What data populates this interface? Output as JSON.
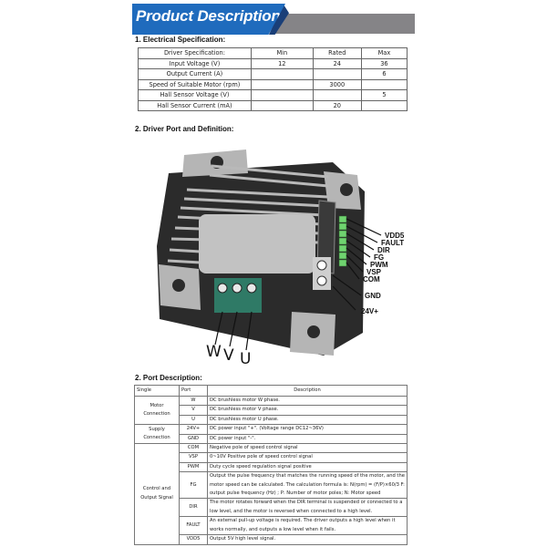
{
  "banner": {
    "title": "Product Description",
    "colors": {
      "blue": "#1f6bbd",
      "dark_blue": "#1a3f78",
      "gray": "#858487"
    }
  },
  "section1": {
    "title": "1. Electrical Specification:",
    "headers": [
      "Driver Specification:",
      "Min",
      "Rated",
      "Max"
    ],
    "rows": [
      [
        "Input Voltage (V)",
        "12",
        "24",
        "36"
      ],
      [
        "Output Current (A)",
        "",
        "",
        "6"
      ],
      [
        "Speed of Suitable Motor (rpm)",
        "",
        "3000",
        ""
      ],
      [
        "Hall Sensor Voltage (V)",
        "",
        "",
        "5"
      ],
      [
        "Hall Sensor Current (mA)",
        "",
        "20",
        ""
      ]
    ]
  },
  "section2": {
    "title": "2. Driver Port and Definition:",
    "signal_labels": [
      "VDD5",
      "FAULT",
      "DIR",
      "FG",
      "PWM",
      "VSP",
      "COM"
    ],
    "power_labels": [
      "GND",
      "24V+"
    ],
    "phase_labels": [
      "W",
      "V",
      "U"
    ],
    "colors": {
      "connector_green": "#6fd36f",
      "terminal_green": "#2f7a66",
      "housing_dark": "#2b2b2b",
      "housing_gray": "#b9b9b9"
    }
  },
  "section3": {
    "title": "2. Port Description:",
    "headers": [
      "Single",
      "Port",
      "Description"
    ],
    "groups": [
      {
        "name": "Motor Connection",
        "rows": [
          {
            "port": "W",
            "desc": "DC brushless motor W phase."
          },
          {
            "port": "V",
            "desc": "DC brushless motor V phase."
          },
          {
            "port": "U",
            "desc": "DC brushless motor U phase."
          }
        ]
      },
      {
        "name": "Supply Connection",
        "rows": [
          {
            "port": "24V+",
            "desc": "DC power input \"+\". (Voltage range DC12~36V)"
          },
          {
            "port": "GND",
            "desc": "DC power input \"-\"."
          }
        ]
      },
      {
        "name": "Control and Output Signal",
        "rows": [
          {
            "port": "COM",
            "desc": "Negative pole of speed control signal"
          },
          {
            "port": "VSP",
            "desc": "0~10V Positive pole of speed control signal"
          },
          {
            "port": "PWM",
            "desc": "Duty cycle speed regulation signal positive"
          },
          {
            "port": "FG",
            "desc": "Output the pulse frequency that matches the running speed of the motor, and the motor speed can be calculated. The calculation formula is: N(rpm) = (F/P)×60/3 F: output pulse frequency (Hz) ; P: Number of motor poles; N: Motor speed"
          },
          {
            "port": "DIR",
            "desc": "The motor rotates forward when the DIR terminal is suspended or connected to a low level, and the motor is reversed when connected to a high level."
          },
          {
            "port": "FAULT",
            "desc": "An external pull-up voltage is required. The driver outputs a high level when it works normally, and outputs a low level when it fails."
          },
          {
            "port": "VDD5",
            "desc": "Output 5V high level signal."
          }
        ]
      }
    ]
  }
}
